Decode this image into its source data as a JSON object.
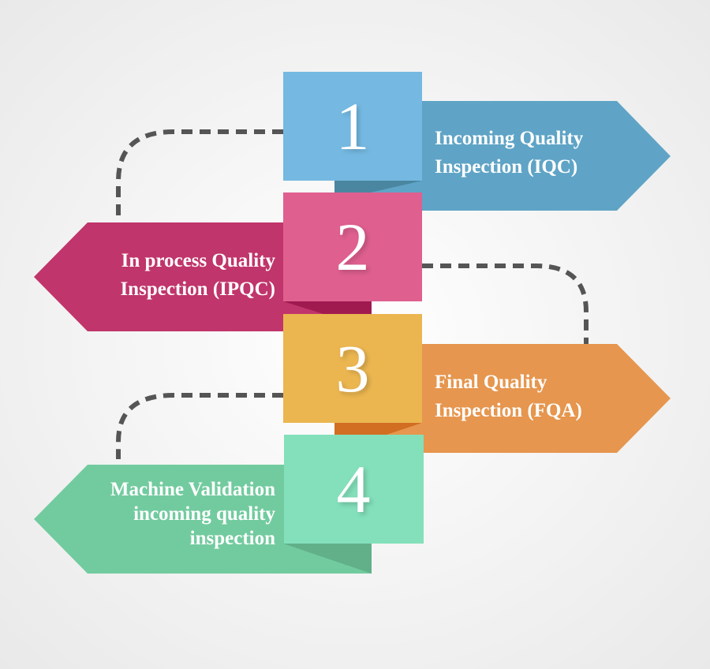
{
  "steps": [
    {
      "number": "1",
      "label": "Incoming Quality Inspection (IQC)",
      "lines": [
        "Incoming Quality",
        "Inspection (IQC)"
      ],
      "color": "#75b9e2",
      "arrow_color": "#5fa4c6"
    },
    {
      "number": "2",
      "label": "In process Quality Inspection (IPQC)",
      "lines": [
        "In process Quality",
        "Inspection (IPQC)"
      ],
      "color": "#df5f8f",
      "arrow_color": "#c0356b"
    },
    {
      "number": "3",
      "label": "Final Quality Inspection (FQA)",
      "lines": [
        "Final Quality",
        "Inspection (FQA)"
      ],
      "color": "#ebb650",
      "arrow_color": "#e6964e"
    },
    {
      "number": "4",
      "label": "Machine Validation incoming quality inspection",
      "lines": [
        "Machine Validation",
        "incoming quality",
        "inspection"
      ],
      "color": "#83e0bb",
      "arrow_color": "#72cb9f"
    }
  ]
}
